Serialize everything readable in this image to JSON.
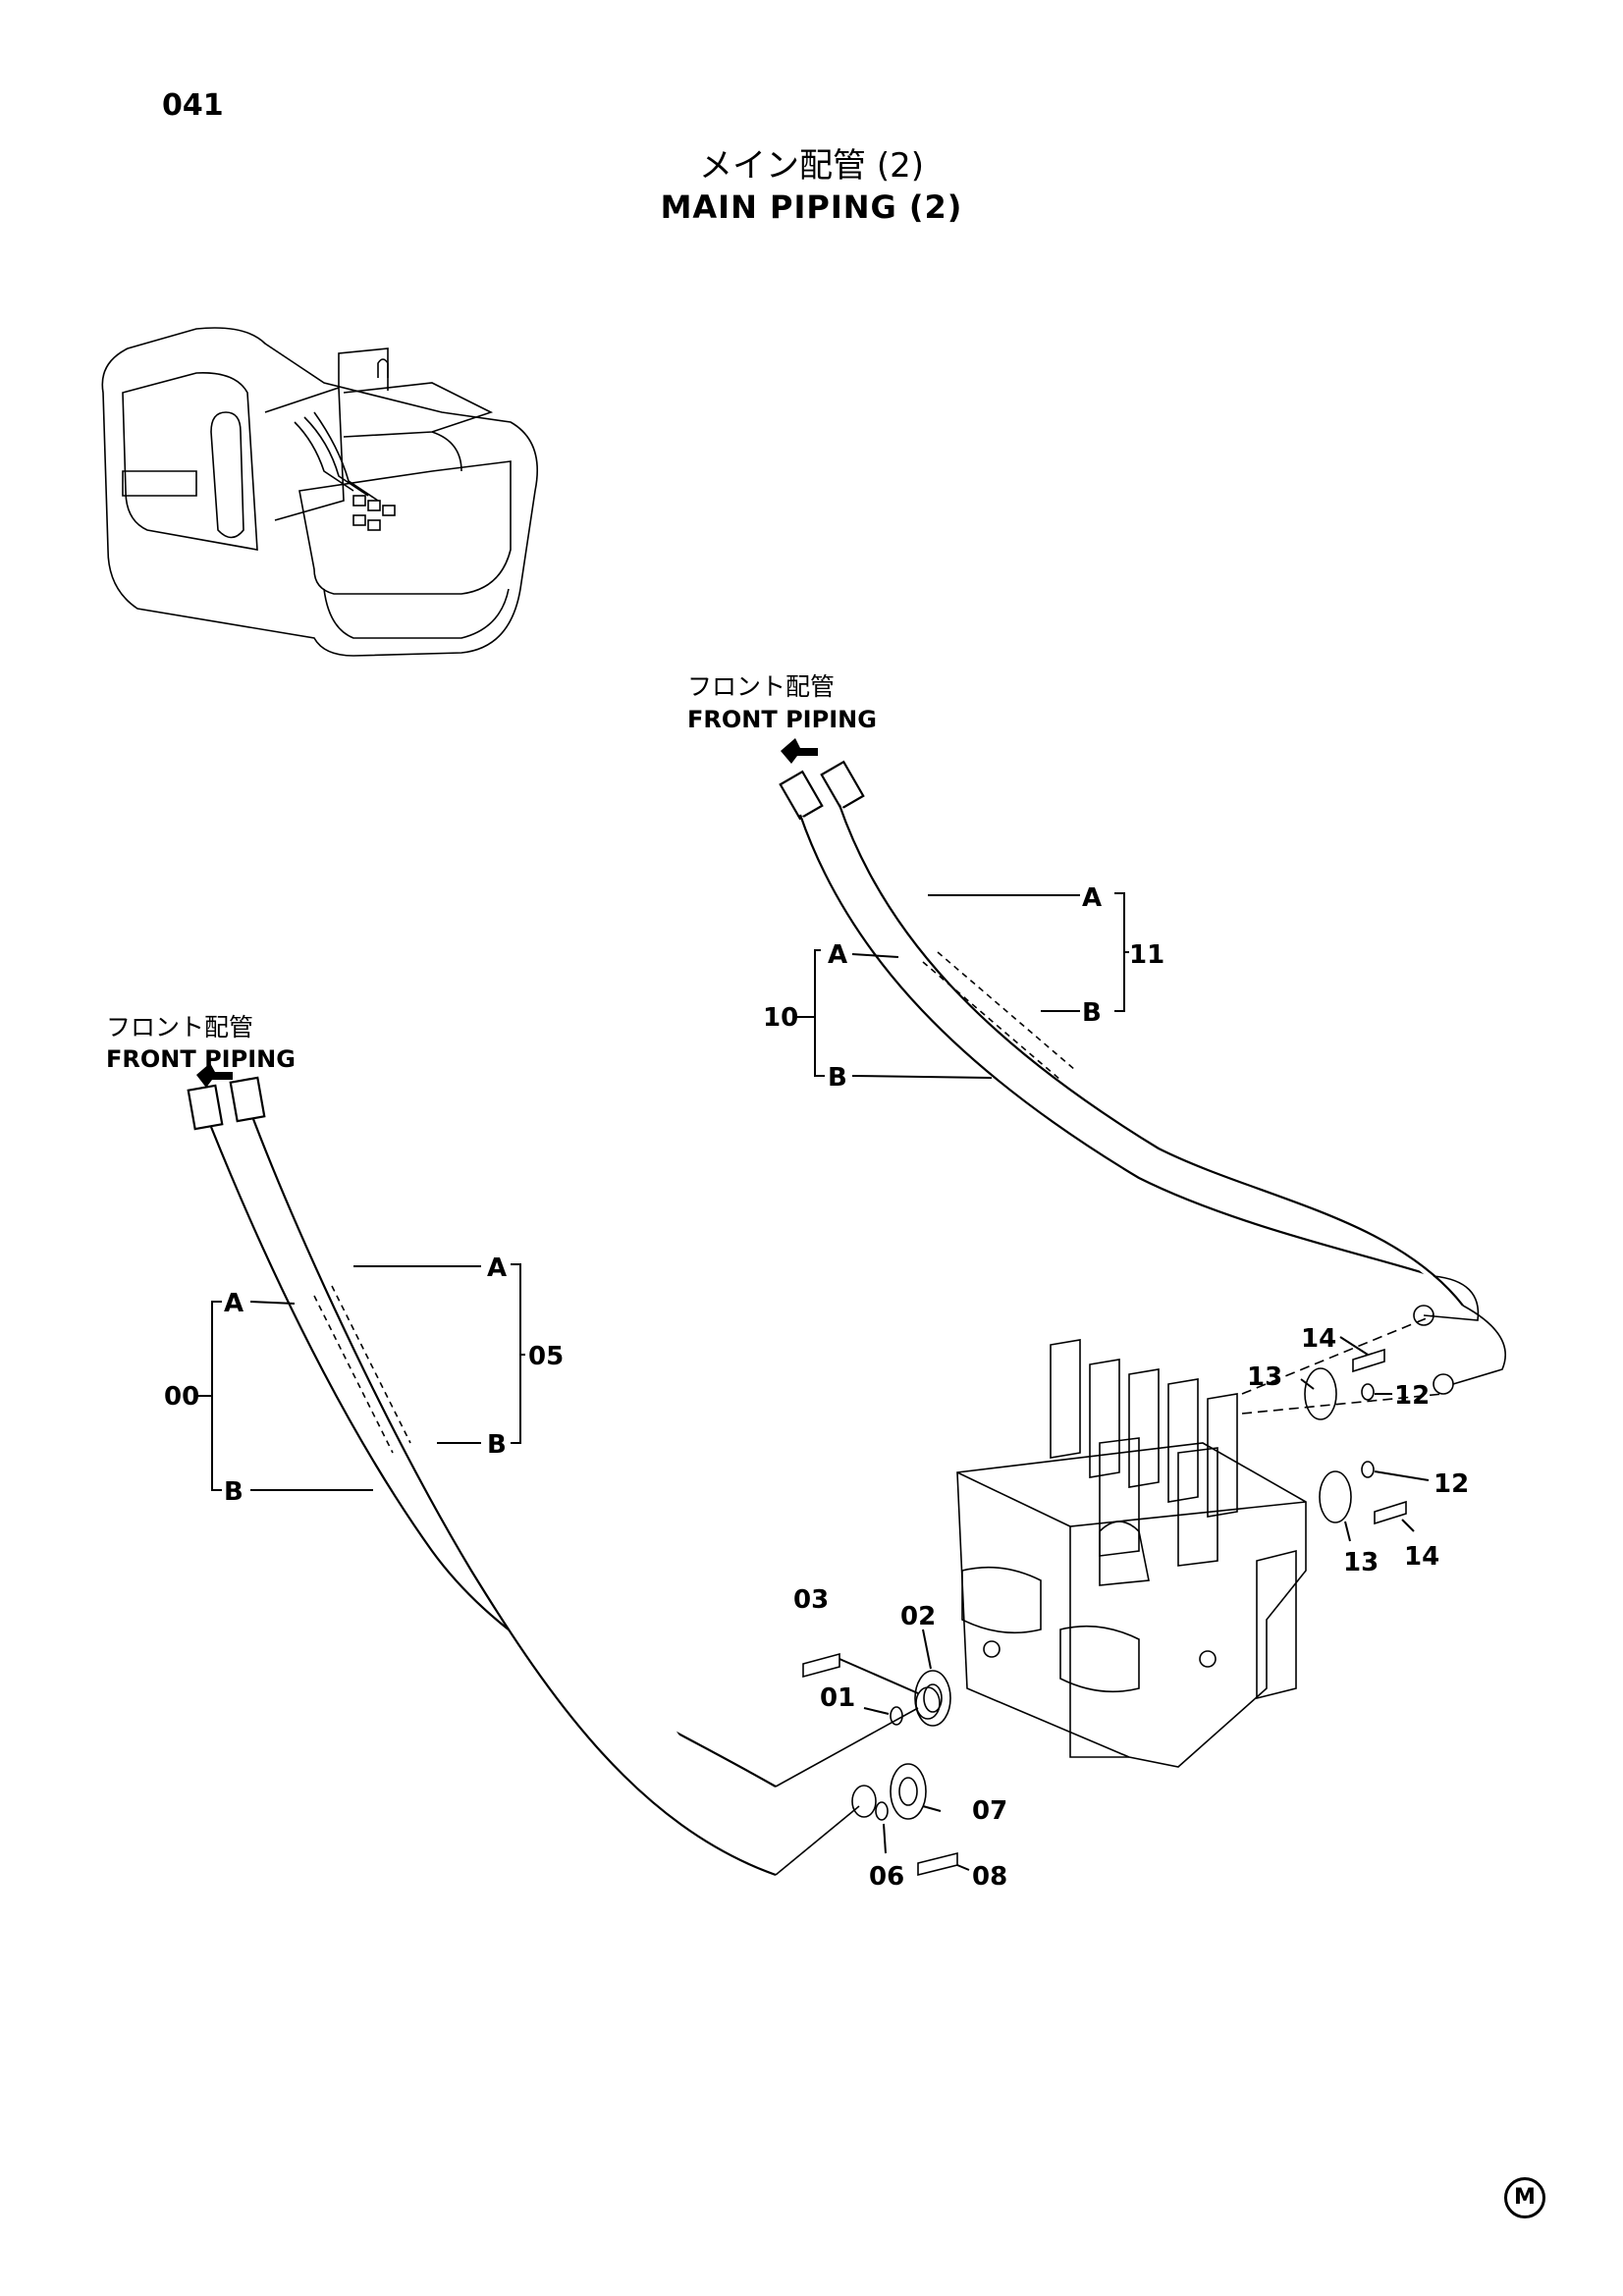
{
  "page_number": "041",
  "title_jp": "メイン配管 (2)",
  "title_en": "MAIN PIPING (2)",
  "front_piping_labels": [
    {
      "jp": "フロント配管",
      "en": "FRONT PIPING"
    },
    {
      "jp": "フロント配管",
      "en": "FRONT PIPING"
    }
  ],
  "bracket_labels": {
    "a": "A",
    "b": "B"
  },
  "part_numbers": [
    "00",
    "01",
    "02",
    "03",
    "05",
    "06",
    "07",
    "08",
    "10",
    "11",
    "12",
    "12",
    "13",
    "13",
    "14",
    "14"
  ],
  "corner_mark": "M"
}
